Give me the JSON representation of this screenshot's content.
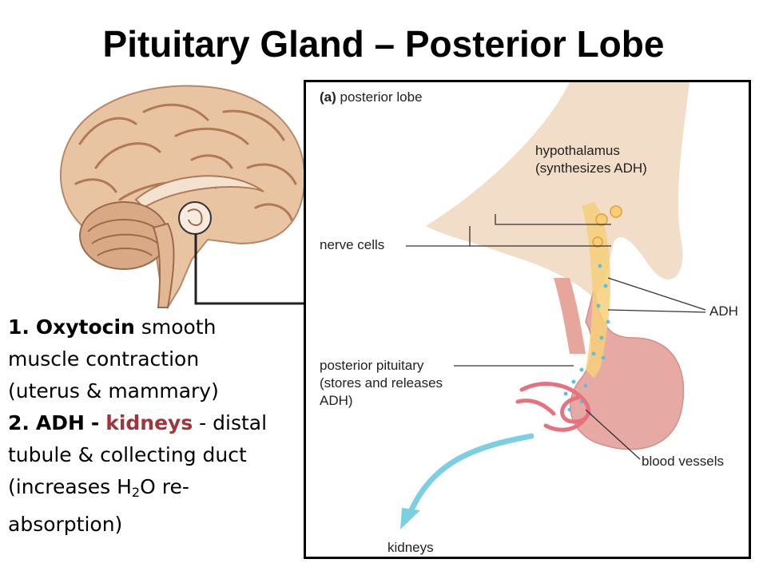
{
  "title": "Pituitary Gland – Posterior Lobe",
  "hormones": {
    "h1_number": "1.",
    "h1_name": "Oxytocin",
    "h1_line1_rest": "smooth",
    "h1_line2": "muscle contraction",
    "h1_line3": "(uterus & mammary)",
    "h2_number": "2.",
    "h2_name": "ADH",
    "h2_sep1": "-",
    "h2_target": "kidneys",
    "h2_sep2": "- distal",
    "h2_line2": "tubule & collecting duct",
    "h2_line3_pre": "(increases H",
    "h2_line3_sub": "2",
    "h2_line3_post": "O re-",
    "h2_line4": "absorption)"
  },
  "panel": {
    "part_letter": "(a)",
    "part_name": "posterior lobe",
    "hypothalamus_line1": "hypothalamus",
    "hypothalamus_line2": "(synthesizes ADH)",
    "nerve_cells": "nerve cells",
    "adh": "ADH",
    "posterior_line1": "posterior pituitary",
    "posterior_line2": "(stores and releases",
    "posterior_line3": "ADH)",
    "blood_vessels": "blood vessels",
    "kidneys": "kidneys"
  },
  "colors": {
    "kidneys_text": "#a0363b",
    "brain_fill": "#e9c4a3",
    "tissue_fill": "#f1ddc8",
    "lobe_fill": "#e6a9a4",
    "nerve_fill": "#f6cf7a",
    "adh_dots": "#5fc0d8",
    "arrow": "#7ccfe0",
    "vessel": "#e7727f"
  }
}
